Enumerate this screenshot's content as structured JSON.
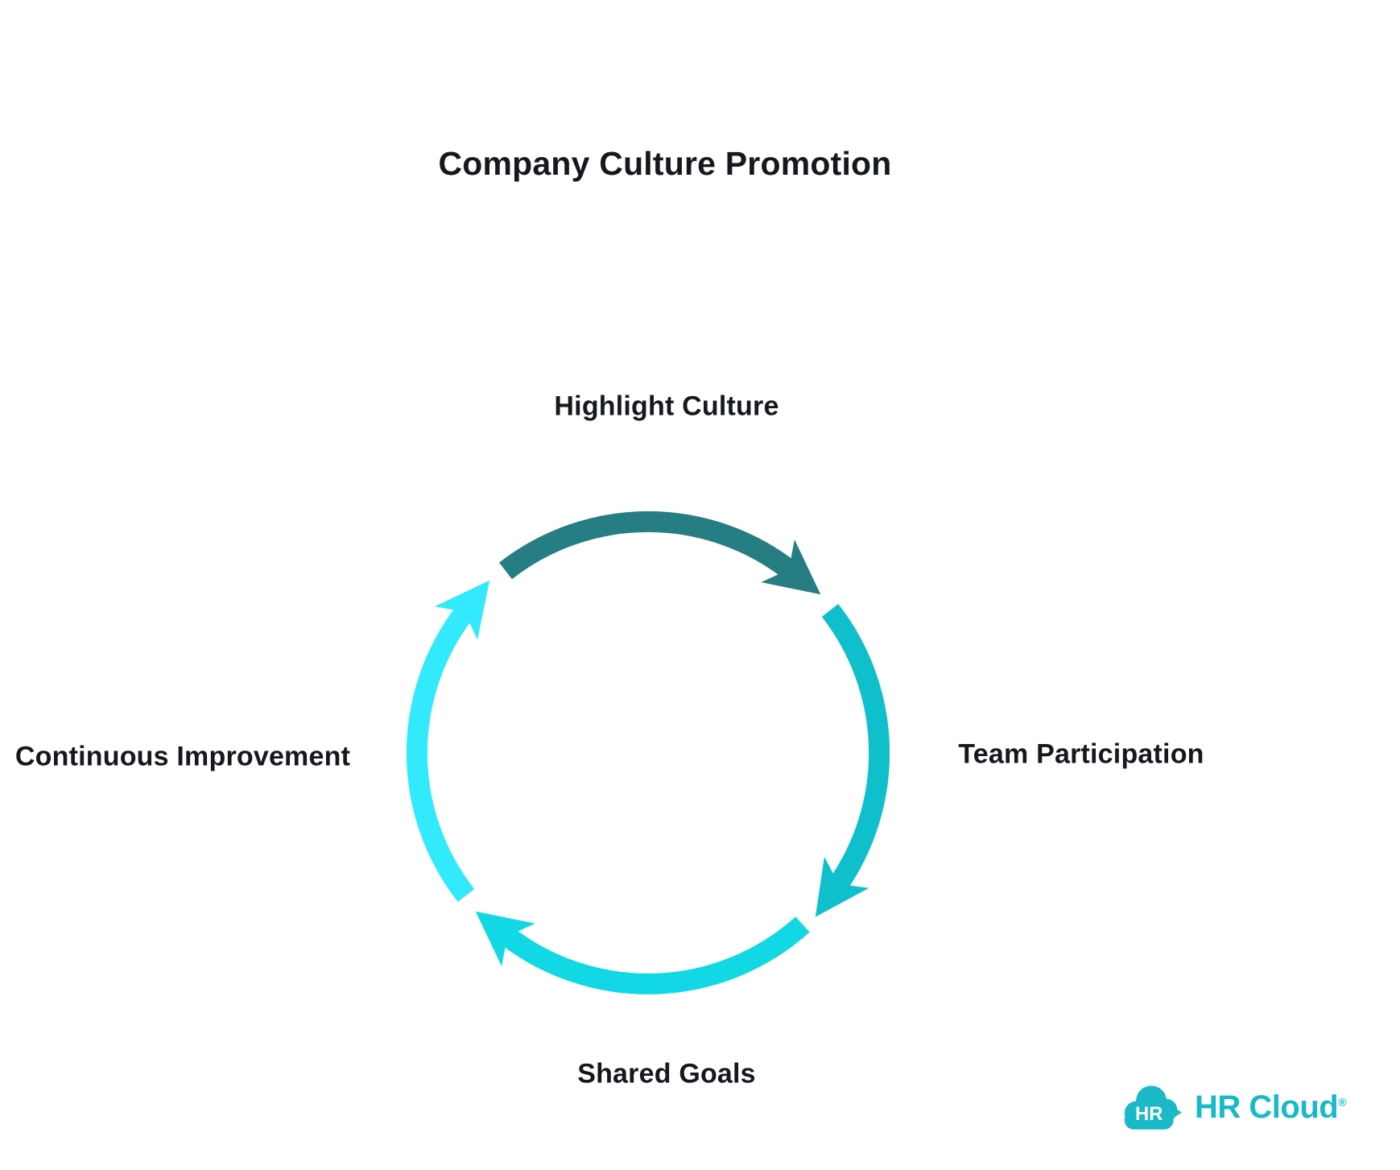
{
  "title": "Company Culture Promotion",
  "diagram": {
    "type": "cycle",
    "direction": "clockwise",
    "steps": [
      {
        "label": "Highlight Culture",
        "position": "top",
        "color": "#267E82"
      },
      {
        "label": "Team Participation",
        "position": "right",
        "color": "#0FBFCC"
      },
      {
        "label": "Shared Goals",
        "position": "bottom",
        "color": "#12D8E6"
      },
      {
        "label": "Continuous Improvement",
        "position": "left",
        "color": "#33E9FC"
      }
    ]
  },
  "branding": {
    "logo_monogram": "HR",
    "logo_text": "HR Cloud",
    "registered_mark": "®",
    "logo_color": "#19B9C8"
  },
  "colors": {
    "background": "#FFFFFF",
    "text": "#15191D"
  }
}
